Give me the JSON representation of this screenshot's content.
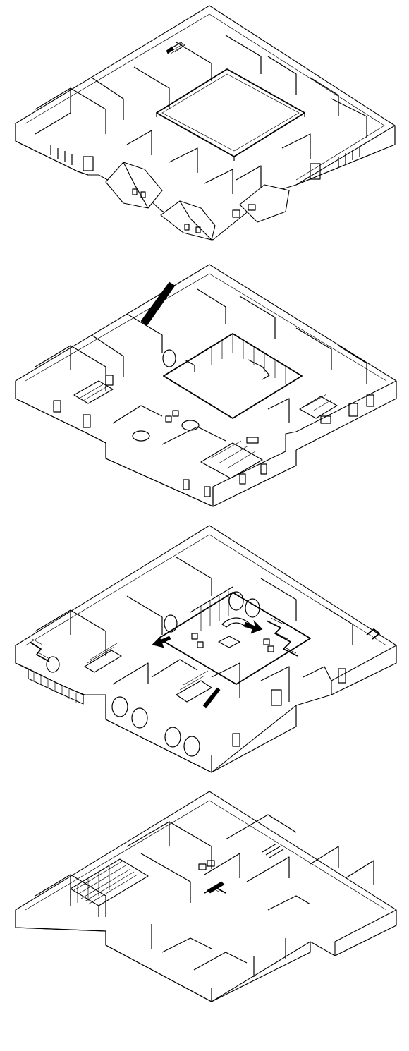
{
  "figure": {
    "description_type": "isometric-floor-plans",
    "colors": {
      "line": "#000000",
      "background": "#ffffff"
    },
    "floors": [
      {
        "id": "roof-level",
        "features": [
          "courtyard",
          "dormer-roofs",
          "exterior-stair"
        ]
      },
      {
        "id": "upper-level",
        "features": [
          "courtyard",
          "stair",
          "office-desks",
          "glazed-walls"
        ]
      },
      {
        "id": "main-level",
        "features": [
          "atrium",
          "spiral-stairs",
          "round-windows",
          "arrows",
          "bookshelves"
        ]
      },
      {
        "id": "lower-level",
        "features": [
          "library-stacks",
          "stair",
          "partition-rooms"
        ]
      }
    ]
  }
}
